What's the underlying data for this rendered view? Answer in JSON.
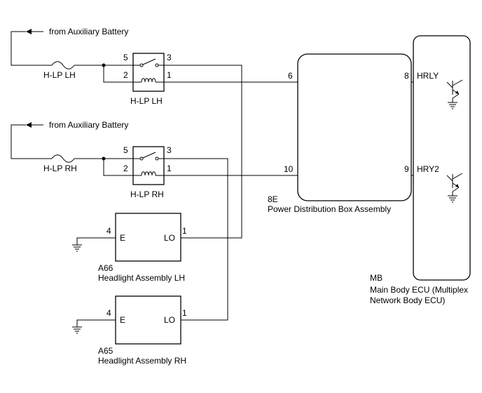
{
  "sources": [
    {
      "label": "from Auxiliary Battery"
    },
    {
      "label": "from Auxiliary Battery"
    }
  ],
  "fuses": [
    {
      "label": "H-LP LH"
    },
    {
      "label": "H-LP RH"
    }
  ],
  "relays": [
    {
      "name": "H-LP LH",
      "pin_tl": "5",
      "pin_tr": "3",
      "pin_bl": "2",
      "pin_br": "1"
    },
    {
      "name": "H-LP RH",
      "pin_tl": "5",
      "pin_tr": "3",
      "pin_bl": "2",
      "pin_br": "1"
    }
  ],
  "pdb": {
    "code": "8E",
    "name": "Power Distribution Box Assembly",
    "pins": {
      "in1": "6",
      "out1": "8",
      "in2": "10",
      "out2": "9"
    }
  },
  "ecu": {
    "code": "MB",
    "name_line1": "Main Body ECU (Multiplex",
    "name_line2": "Network Body ECU)",
    "signals": [
      "HRLY",
      "HRY2"
    ]
  },
  "headlights": [
    {
      "code": "A66",
      "name": "Headlight Assembly LH",
      "pin_left": "4",
      "pin_right": "1",
      "label_left": "E",
      "label_right": "LO"
    },
    {
      "code": "A65",
      "name": "Headlight Assembly RH",
      "pin_left": "4",
      "pin_right": "1",
      "label_left": "E",
      "label_right": "LO"
    }
  ]
}
